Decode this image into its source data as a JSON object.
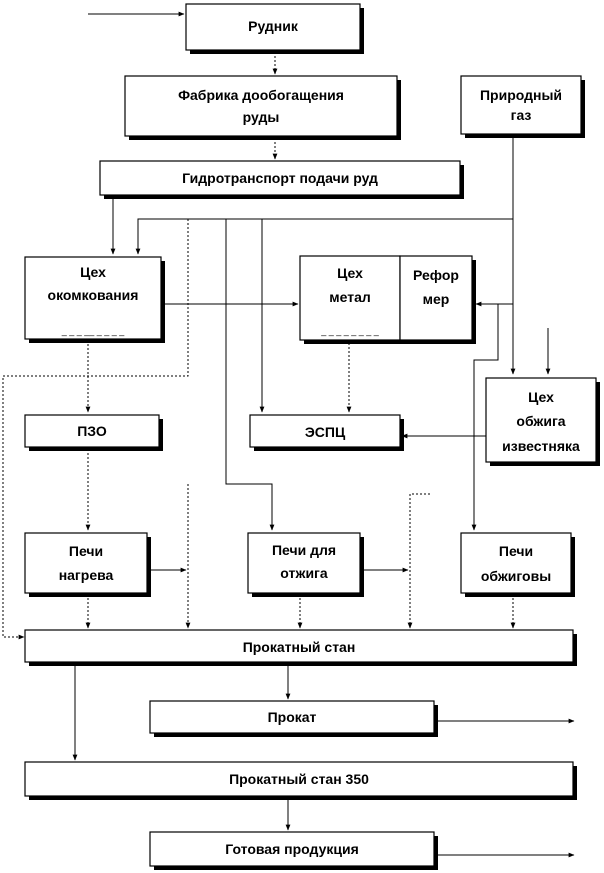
{
  "nodes": {
    "mine": "Рудник",
    "enrich_1": "Фабрика дообогащения",
    "enrich_2": "руды",
    "gas_1": "Природный",
    "gas_2": "газ",
    "hydro": "Гидротранспорт подачи руд",
    "pellet_1": "Цех",
    "pellet_2": "окомкования",
    "pellet_sub": "_ _ _ __ _ _ _ _",
    "metal_1": "Цех",
    "metal_2": "метал",
    "metal_sub": "_ _ _ _ _ _ _ _",
    "reformer_1": "Рефор",
    "reformer_2": "мер",
    "lime_1": "Цех",
    "lime_2": "обжига",
    "lime_3": "известняка",
    "pzo": "ПЗО",
    "espc": "ЭСПЦ",
    "heat_1": "Печи",
    "heat_2": "нагрева",
    "anneal_1": "Печи для",
    "anneal_2": "отжига",
    "kiln_1": "Печи",
    "kiln_2": "обжиговы",
    "mill": "Прокатный стан",
    "rolled": "Прокат",
    "mill350": "Прокатный стан 350",
    "product": "Готовая продукция"
  }
}
